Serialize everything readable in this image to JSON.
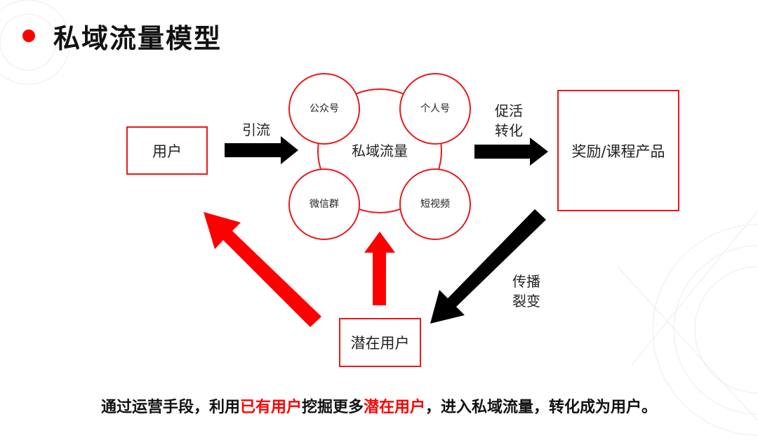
{
  "title": "私域流量模型",
  "nodes": {
    "user": "用户",
    "reward": "奖励/课程产品",
    "potential": "潜在用户",
    "center": "私域流量",
    "channels": [
      "公众号",
      "个人号",
      "微信群",
      "短视频"
    ]
  },
  "edges": {
    "attract": "引流",
    "activate_1": "促活",
    "activate_2": "转化",
    "spread_1": "传播",
    "spread_2": "裂变"
  },
  "summary": {
    "part1": "通过运营手段，利用",
    "hl1": "已有用户",
    "part2": "挖掘更多",
    "hl2": "潜在用户",
    "part3": "，进入私域流量，转化成为用户。"
  },
  "colors": {
    "accent": "#e8191c",
    "arrow_dark": "#000000",
    "arrow_red": "#ff0000"
  }
}
